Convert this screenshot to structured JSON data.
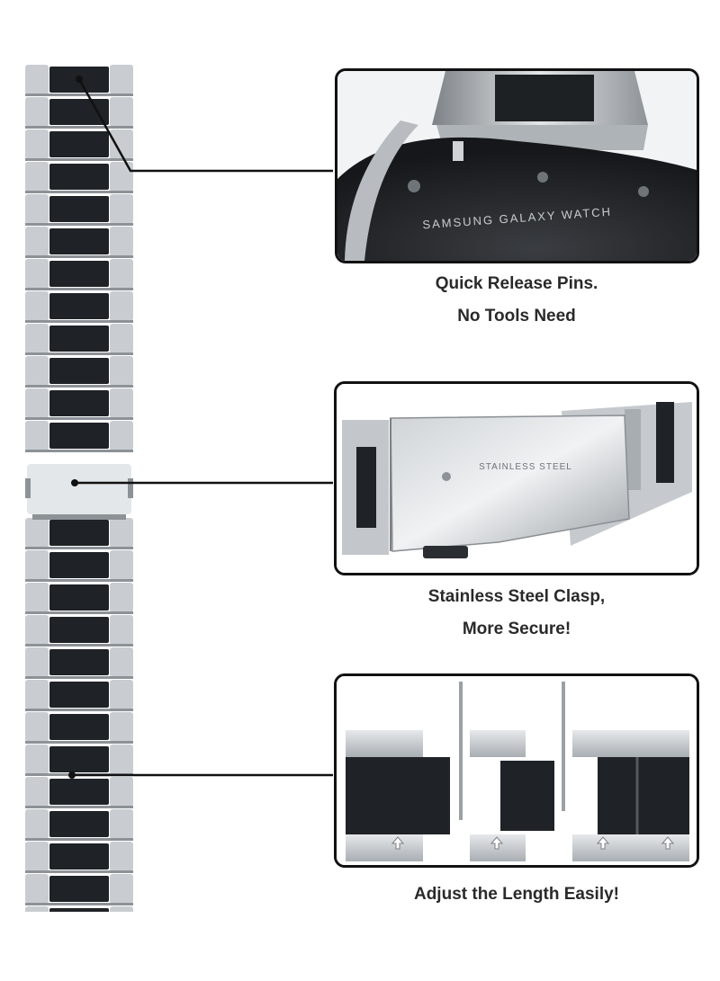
{
  "features": [
    {
      "id": "pins",
      "caption_lines": [
        "Quick Release Pins.",
        "No Tools Need"
      ],
      "engraving": "SAMSUNG GALAXY WATCH"
    },
    {
      "id": "clasp",
      "caption_lines": [
        "Stainless Steel Clasp,",
        "More Secure!"
      ],
      "engraving": "STAINLESS STEEL"
    },
    {
      "id": "adjust",
      "caption_lines": [
        "Adjust the Length Easily!"
      ]
    }
  ],
  "colors": {
    "silver": "#c9cdd1",
    "silver_dark": "#8d9297",
    "black_link": "#1f2226",
    "outline": "#111111",
    "caption": "#2a2a2a"
  }
}
